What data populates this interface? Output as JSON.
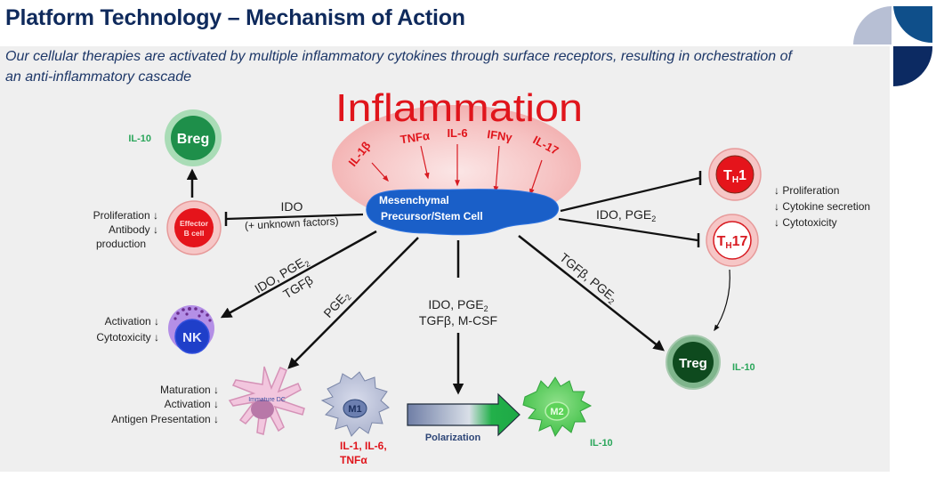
{
  "slide": {
    "title": "Platform Technology – Mechanism of Action",
    "subtitle": "Our cellular therapies are activated by multiple inflammatory cytokines through surface receptors, resulting in orchestration of an anti-inflammatory cascade"
  },
  "colors": {
    "title": "#0f2a5c",
    "inflammation_red": "#e0151c",
    "msc_blue": "#1a5fc8",
    "il10_green": "#2aa65a",
    "logo_light": "#b7bfd4",
    "logo_mid": "#0f4f8a",
    "logo_dark": "#0c2a62"
  },
  "diagram": {
    "inflammation_label": "Inflammation",
    "cytokines": [
      "IL-1β",
      "TNFα",
      "IL-6",
      "IFNγ",
      "IL-17"
    ],
    "center_cell": {
      "line1": "Mesenchymal",
      "line2": "Precursor/Stem Cell"
    },
    "breg": {
      "label": "Breg",
      "secretes": "IL-10"
    },
    "effector_b": {
      "line1": "Effector",
      "line2": "B cell",
      "effects": [
        "Proliferation ↓",
        "Antibody ↓",
        "production"
      ]
    },
    "ido_b": {
      "line1": "IDO",
      "line2": "(+ unknown factors)"
    },
    "th1": {
      "label": "TH1",
      "main": "T",
      "sub": "H",
      "num": "1"
    },
    "th17": {
      "label": "TH17",
      "main": "T",
      "sub": "H",
      "num": "17"
    },
    "th_mediators": {
      "main": "IDO, PGE",
      "sub": "2"
    },
    "th_effects": [
      "↓ Proliferation",
      "↓ Cytokine secretion",
      "↓ Cytotoxicity"
    ],
    "nk": {
      "label": "NK",
      "effects": [
        "Activation ↓",
        "Cytotoxicity ↓"
      ],
      "mediators_line1": "IDO, PGE",
      "mediators_line1_sub": "2",
      "mediators_line2": "TGFβ"
    },
    "dc": {
      "label": "Immature DC",
      "effects": [
        "Maturation ↓",
        "Activation ↓",
        "Antigen Presentation ↓"
      ],
      "mediator": "PGE",
      "mediator_sub": "2"
    },
    "macrophage": {
      "mediators_line1": "IDO, PGE",
      "mediators_line1_sub": "2",
      "mediators_line2": "TGFβ, M-CSF",
      "m1": {
        "label": "M1",
        "secretes_line1": "IL-1, IL-6,",
        "secretes_line2": "TNFα"
      },
      "m2": {
        "label": "M2",
        "secretes": "IL-10"
      },
      "polarization": "Polarization"
    },
    "treg": {
      "label": "Treg",
      "secretes": "IL-10",
      "mediators": "TGFβ, PGE",
      "mediators_sub": "2"
    }
  }
}
